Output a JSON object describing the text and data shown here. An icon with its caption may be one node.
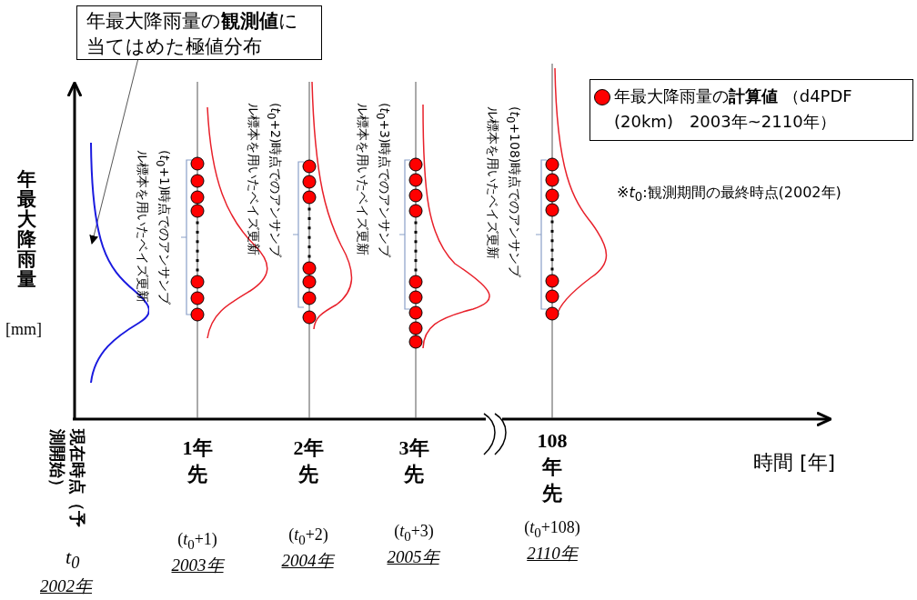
{
  "diagram": {
    "nodes": [
      {
        "text": [
          "年最大降雨量の**観測値**に当てはめた極値分布"
        ]
      },
      {
        "text": [],
        "shape": "curve"
      }
    ],
    "edges": [
      {
        "from": 0,
        "to": 1,
        "arrow": "to"
      }
    ],
    "labels": [
      "年最大降雨量",
      "[mm]",
      "(*t*$_{0}$+1)時点でのアンサンブル標本を用いたベイズ更新",
      "(*t*$_{0}$+2)時点でのアンサンブル標本を用いたベイズ更新",
      "(*t*$_{0}$+3)時点でのアンサンブル標本を用いたベイズ更新",
      "(*t*$_{0}$+108)時点でのアンサンブル標本を用いたベイズ更新",
      "※*t*$_{0}$:観測期間の最終時点(2002年)",
      "現在時点（予測開始）",
      "*t*$_{0}$",
      "2002年",
      "1年先",
      "(*t*$_{0}$+1)",
      "2003年",
      "2年先",
      "(*t*$_{0}$+2)",
      "2004年",
      "3年先",
      "(*t*$_{0}$+3)",
      "2005年",
      "108年先",
      "(*t*$_{0}$+108)",
      "2110年",
      "時間 [年]"
    ],
    "legend": [
      {
        "text": "年最大降雨量の**計算値** （d4PDF (20km)　2003年~2110年）",
        "color": "#ff0000"
      }
    ]
  }
}
